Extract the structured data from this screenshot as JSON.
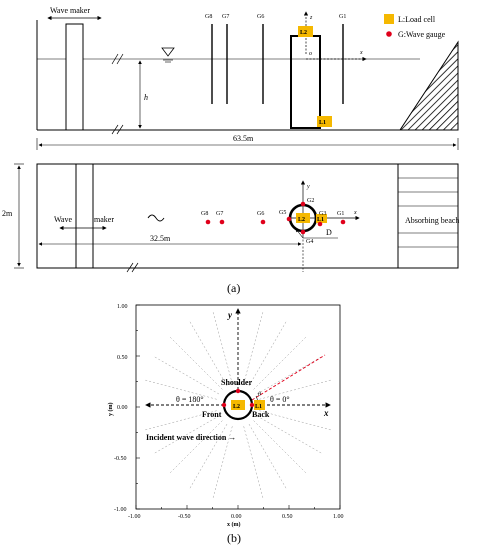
{
  "panel_a": {
    "side_view": {
      "wave_maker_label": "Wave maker",
      "depth_label": "h",
      "length_label": "63.5m",
      "z_label": "z",
      "x_label": "x",
      "origin_label": "o",
      "gauges_left": [
        "G8",
        "G7",
        "G6"
      ],
      "gauges_right": [
        "G1"
      ],
      "load_cell_top": "L2",
      "load_cell_bottom": "L1"
    },
    "legend": {
      "load_cell": "L:Load cell",
      "wave_gauge": "G:Wave gauge",
      "load_cell_color": "#f5b800",
      "wave_gauge_color": "#e0001b"
    },
    "plan_view": {
      "width_label": "2m",
      "wave_label": "Wave",
      "maker_label": "maker",
      "distance_label": "32.5m",
      "beach_label": "Absorbing beach",
      "y_label": "y",
      "x_label": "x",
      "diameter_label": "D",
      "gauges_left": [
        "G8",
        "G7",
        "G6"
      ],
      "gauges_near": [
        "G5",
        "G2",
        "G3",
        "G1",
        "G4"
      ],
      "load_cell_center": "L2",
      "load_cell_side": "L1"
    },
    "caption": "(a)"
  },
  "panel_b": {
    "y_axis_arrow_label": "y",
    "x_axis_arrow_label": "x",
    "shoulder_label": "Shoulder",
    "front_label": "Front",
    "back_label": "Back",
    "theta_left_label": "θ = 180°",
    "theta_right_label": "θ = 0°",
    "theta_label": "θ",
    "incident_label": "Incident wave direction →",
    "center_cell": "L2",
    "side_cell": "L1",
    "x_axis_title": "x (m)",
    "y_axis_title": "y (m)",
    "x_ticks": [
      "-1.00",
      "-0.50",
      "0.00",
      "0.50",
      "1.00"
    ],
    "y_ticks": [
      "1.00",
      "0.50",
      "0.00",
      "-0.50",
      "-1.00"
    ],
    "caption": "(b)"
  }
}
